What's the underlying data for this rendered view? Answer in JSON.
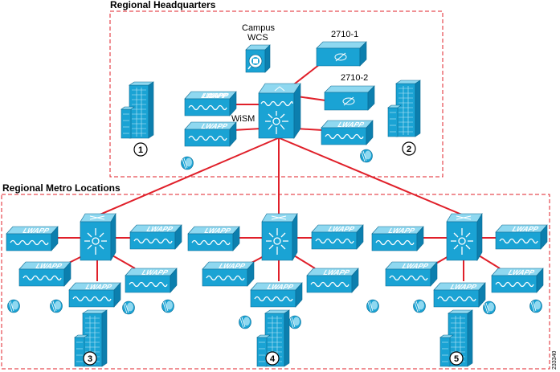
{
  "regions": {
    "headquarters": {
      "title": "Regional Headquarters"
    },
    "metro": {
      "title": "Regional Metro Locations"
    }
  },
  "devices": {
    "wcs_label_line1": "Campus",
    "wcs_label_line2": "WCS",
    "server1_label": "2710-1",
    "server2_label": "2710-2",
    "wism_label": "WiSM",
    "ap_label": "LWAPP"
  },
  "buildings": [
    "1",
    "2",
    "3",
    "4",
    "5"
  ],
  "figure_id": "233340",
  "colors": {
    "device_top": "#7fd3ec",
    "device_front": "#1aa3d4",
    "device_side": "#0c7fae",
    "link": "#e0202a",
    "region_border": "#e0202a"
  }
}
